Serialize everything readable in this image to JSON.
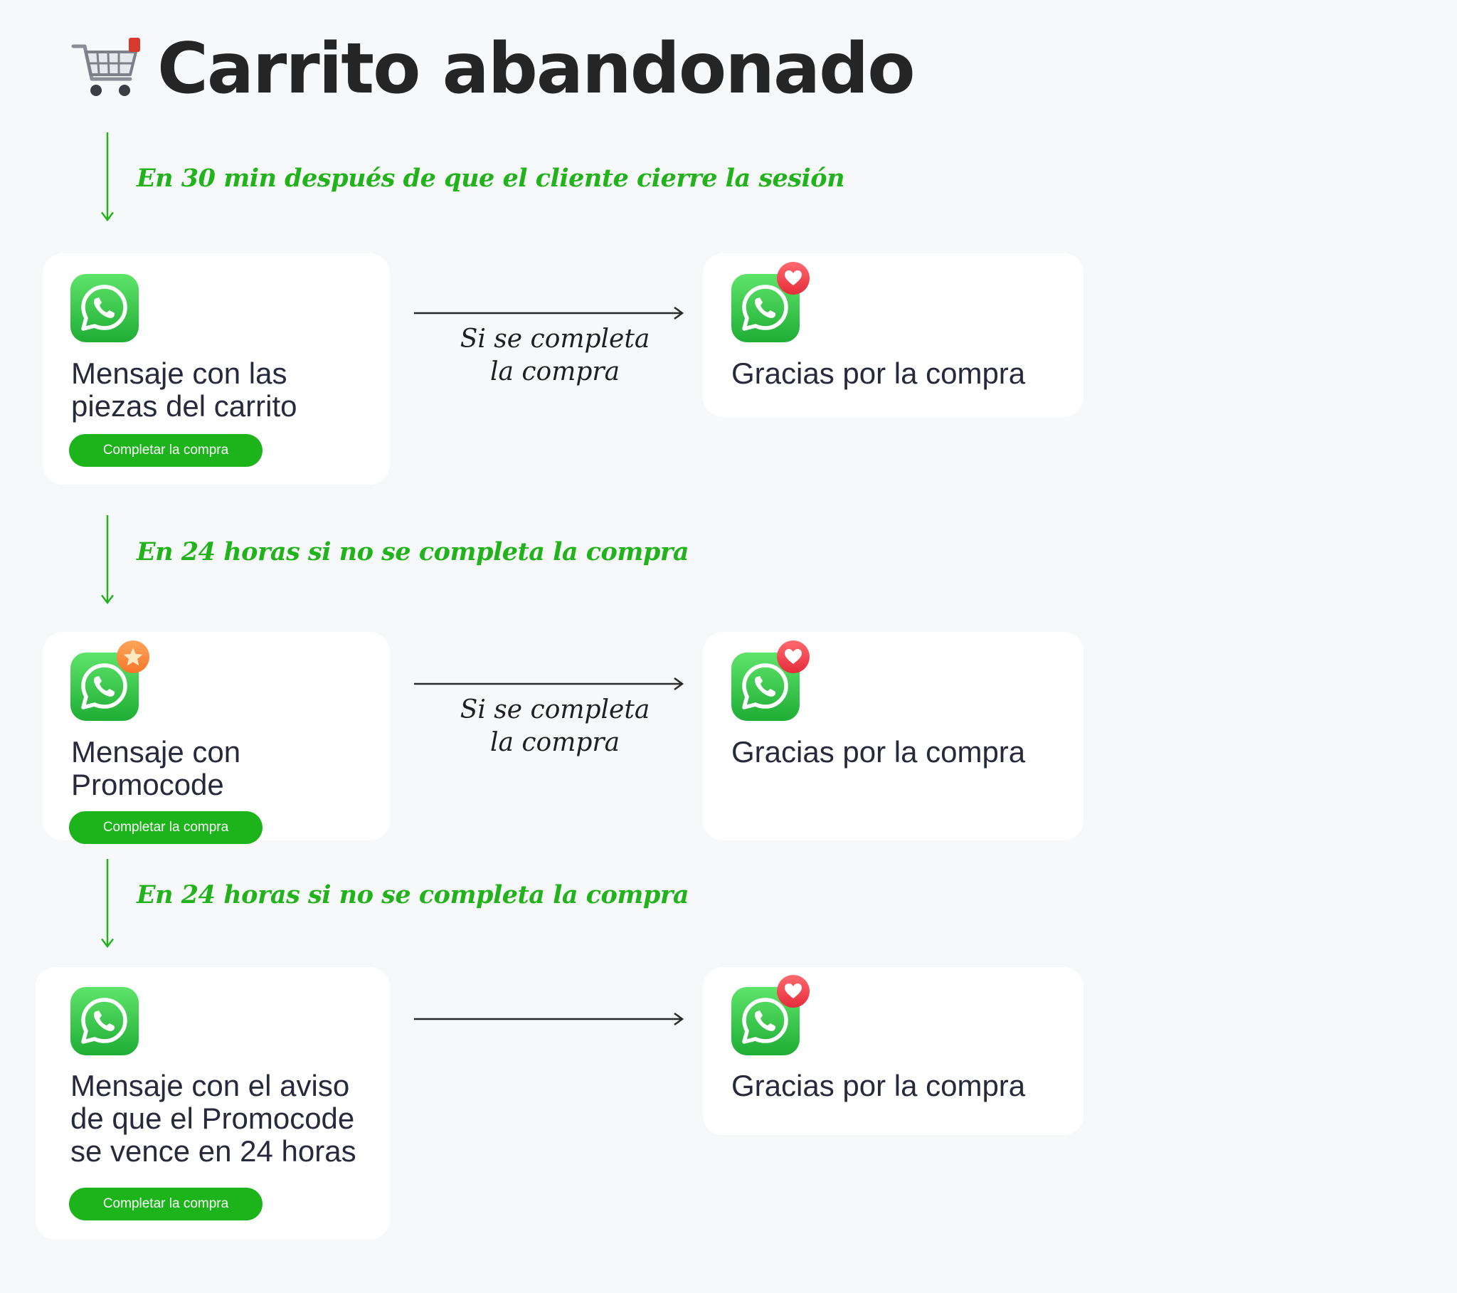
{
  "title": "Carrito abandonado",
  "icons": {
    "cart": "shopping-cart-icon",
    "whatsapp": "whatsapp-icon",
    "heart_badge": "heart-badge-icon",
    "star_badge": "star-badge-icon"
  },
  "colors": {
    "green_text": "#22b21c",
    "button_green": "#1cb41a",
    "whatsapp_green": "#3cc94a",
    "heart_red": "#f0434c",
    "star_orange": "#ff8a3d",
    "card_bg": "#ffffff",
    "page_bg": "#f7f8fa"
  },
  "steps": [
    {
      "label": "En 30 min después de que el cliente cierre la sesión"
    },
    {
      "label": "En 24 horas si no se completa la compra"
    },
    {
      "label": "En 24 horas si no se completa la compra"
    }
  ],
  "rows": [
    {
      "message": "Mensaje con las\npiezas del carrito",
      "button": "Completar la compra",
      "badge": "none",
      "transition": "Si se completa\nla compra",
      "result": "Gracias por la compra"
    },
    {
      "message": "Mensaje con\nPromocode",
      "button": "Completar la compra",
      "badge": "star",
      "transition": "Si se completa\nla compra",
      "result": "Gracias por la compra"
    },
    {
      "message": "Mensaje con el aviso\nde que el Promocode\nse vence en 24 horas",
      "button": "Completar la compra",
      "badge": "none",
      "transition": "",
      "result": "Gracias por la compra"
    }
  ]
}
